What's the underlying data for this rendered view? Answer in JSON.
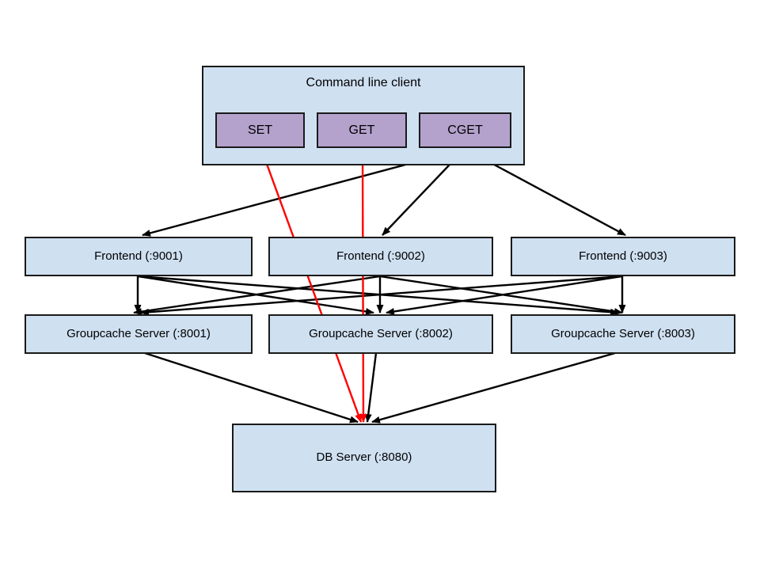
{
  "diagram": {
    "title": "Groupcache architecture diagram",
    "colors": {
      "node_fill": "#cfe0f1",
      "command_fill": "#b4a2cd",
      "stroke": "#1a1a1a",
      "background": "#ffffff",
      "edge_default": "#000000",
      "edge_highlight": "#ff0000"
    },
    "client": {
      "label": "Command line client",
      "commands": [
        {
          "label": "SET"
        },
        {
          "label": "GET"
        },
        {
          "label": "CGET"
        }
      ]
    },
    "frontends": [
      {
        "label": "Frontend (:9001)"
      },
      {
        "label": "Frontend (:9002)"
      },
      {
        "label": "Frontend (:9003)"
      }
    ],
    "groupcache_servers": [
      {
        "label": "Groupcache Server (:8001)"
      },
      {
        "label": "Groupcache Server (:8002)"
      },
      {
        "label": "Groupcache Server (:8003)"
      }
    ],
    "db": {
      "label": "DB Server (:8080)"
    }
  },
  "edges": {
    "cget_to_frontends": [
      {
        "from": "CGET",
        "to": "Frontend (:9001)",
        "color": "#000000"
      },
      {
        "from": "CGET",
        "to": "Frontend (:9002)",
        "color": "#000000"
      },
      {
        "from": "CGET",
        "to": "Frontend (:9003)",
        "color": "#000000"
      }
    ],
    "frontends_to_groupcache": [
      {
        "from": "Frontend (:9001)",
        "to": "Groupcache Server (:8001)",
        "color": "#000000"
      },
      {
        "from": "Frontend (:9001)",
        "to": "Groupcache Server (:8002)",
        "color": "#000000"
      },
      {
        "from": "Frontend (:9001)",
        "to": "Groupcache Server (:8003)",
        "color": "#000000"
      },
      {
        "from": "Frontend (:9002)",
        "to": "Groupcache Server (:8001)",
        "color": "#000000"
      },
      {
        "from": "Frontend (:9002)",
        "to": "Groupcache Server (:8002)",
        "color": "#000000"
      },
      {
        "from": "Frontend (:9002)",
        "to": "Groupcache Server (:8003)",
        "color": "#000000"
      },
      {
        "from": "Frontend (:9003)",
        "to": "Groupcache Server (:8001)",
        "color": "#000000"
      },
      {
        "from": "Frontend (:9003)",
        "to": "Groupcache Server (:8002)",
        "color": "#000000"
      },
      {
        "from": "Frontend (:9003)",
        "to": "Groupcache Server (:8003)",
        "color": "#000000"
      }
    ],
    "groupcache_to_db": [
      {
        "from": "Groupcache Server (:8001)",
        "to": "DB Server (:8080)",
        "color": "#000000"
      },
      {
        "from": "Groupcache Server (:8002)",
        "to": "DB Server (:8080)",
        "color": "#000000"
      },
      {
        "from": "Groupcache Server (:8003)",
        "to": "DB Server (:8080)",
        "color": "#000000"
      }
    ],
    "direct_to_db": [
      {
        "from": "SET",
        "to": "DB Server (:8080)",
        "color": "#ff0000"
      },
      {
        "from": "GET",
        "to": "DB Server (:8080)",
        "color": "#ff0000"
      }
    ]
  }
}
